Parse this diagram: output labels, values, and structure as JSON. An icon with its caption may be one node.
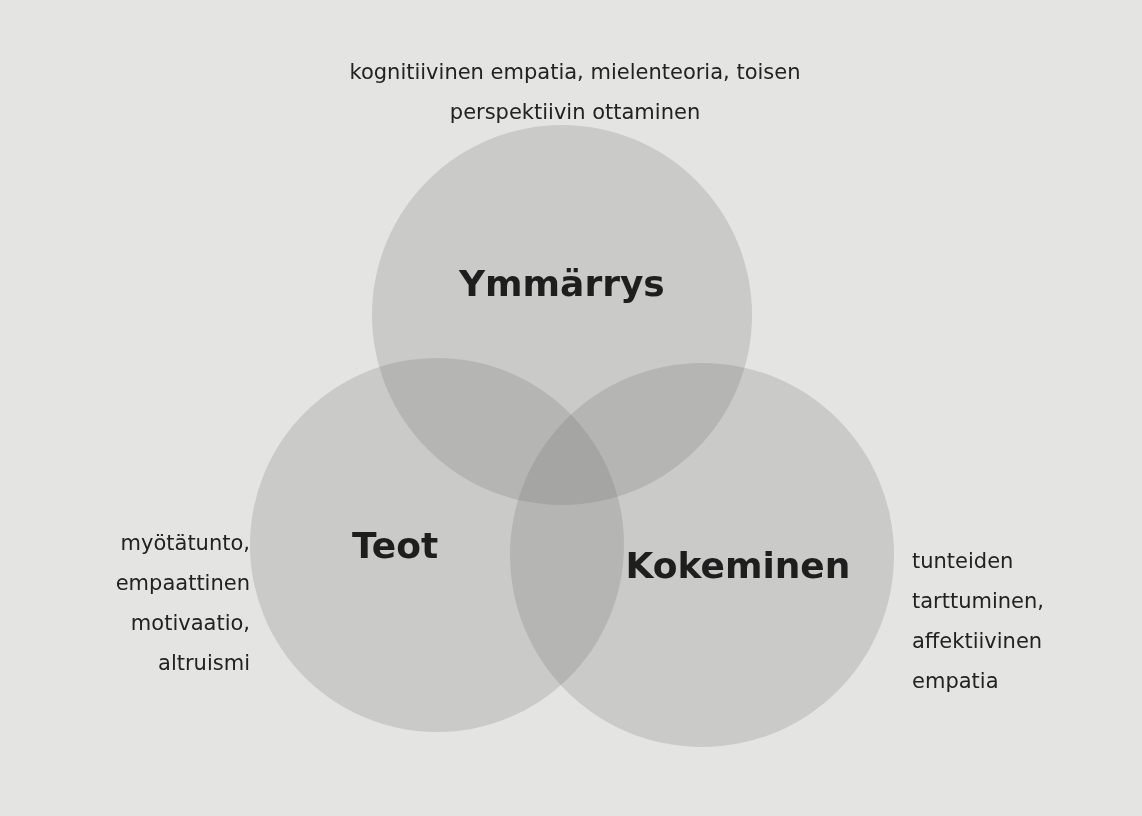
{
  "diagram": {
    "nodes": [
      {
        "text": [
          "Ymmärrys"
        ],
        "beside": [
          "kognitiivinen empatia, mielenteoria, toisen perspektiivin ottaminen"
        ]
      },
      {
        "text": [
          "Teot"
        ],
        "beside": [
          "myötätunto, empaattinen motivaatio, altruismi"
        ]
      },
      {
        "text": [
          "Kokeminen"
        ],
        "beside": [
          "tunteiden tarttuminen, affektiivinen empatia"
        ]
      }
    ]
  }
}
